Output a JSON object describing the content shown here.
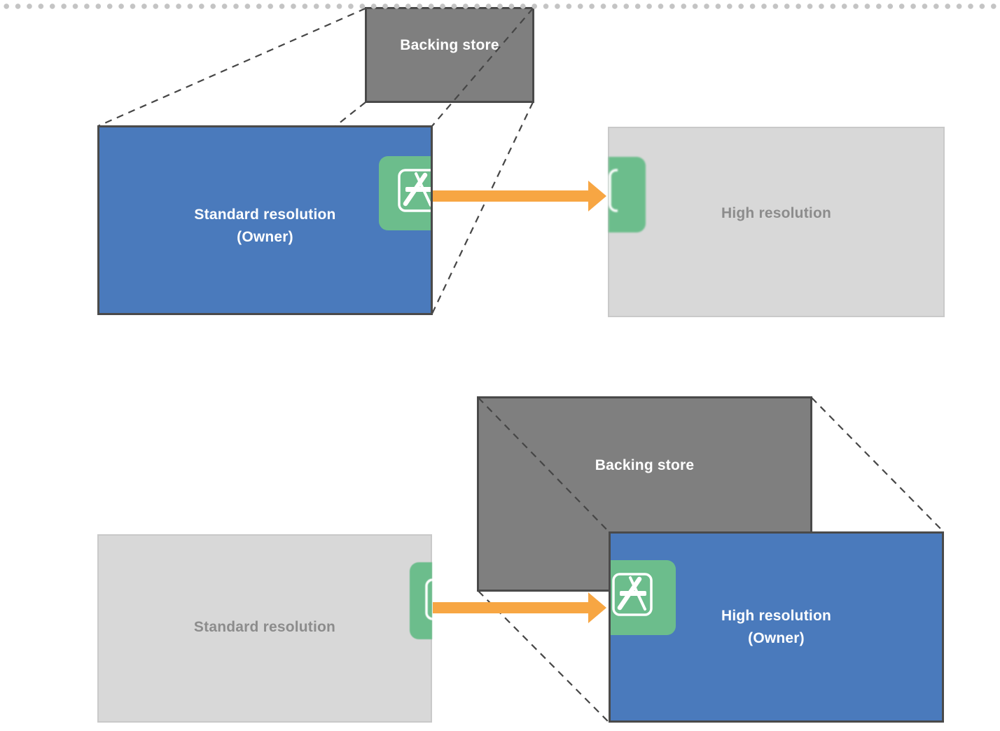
{
  "colors": {
    "blue": "#4A7ABC",
    "green": "#6CBD8C",
    "dark_gray": "#7F7F7F",
    "light_gray": "#D8D8D8",
    "dark_border": "#4A4A4A",
    "light_border": "#C9C9C9",
    "orange": "#F7A643",
    "dash": "#464646",
    "muted_text": "#8C8C8C",
    "dot": "#C4C4C4",
    "label_white": "#FFFFFF"
  },
  "icons": {
    "app_icon": "app-store-icon",
    "arrow": "orange-right-arrow"
  },
  "top": {
    "backing_store_label": "Backing store",
    "owner_label_line1": "Standard resolution",
    "owner_label_line2": "(Owner)",
    "high_res_label": "High resolution"
  },
  "bottom": {
    "backing_store_label": "Backing store",
    "standard_label": "Standard resolution",
    "owner_label_line1": "High resolution",
    "owner_label_line2": "(Owner)"
  }
}
